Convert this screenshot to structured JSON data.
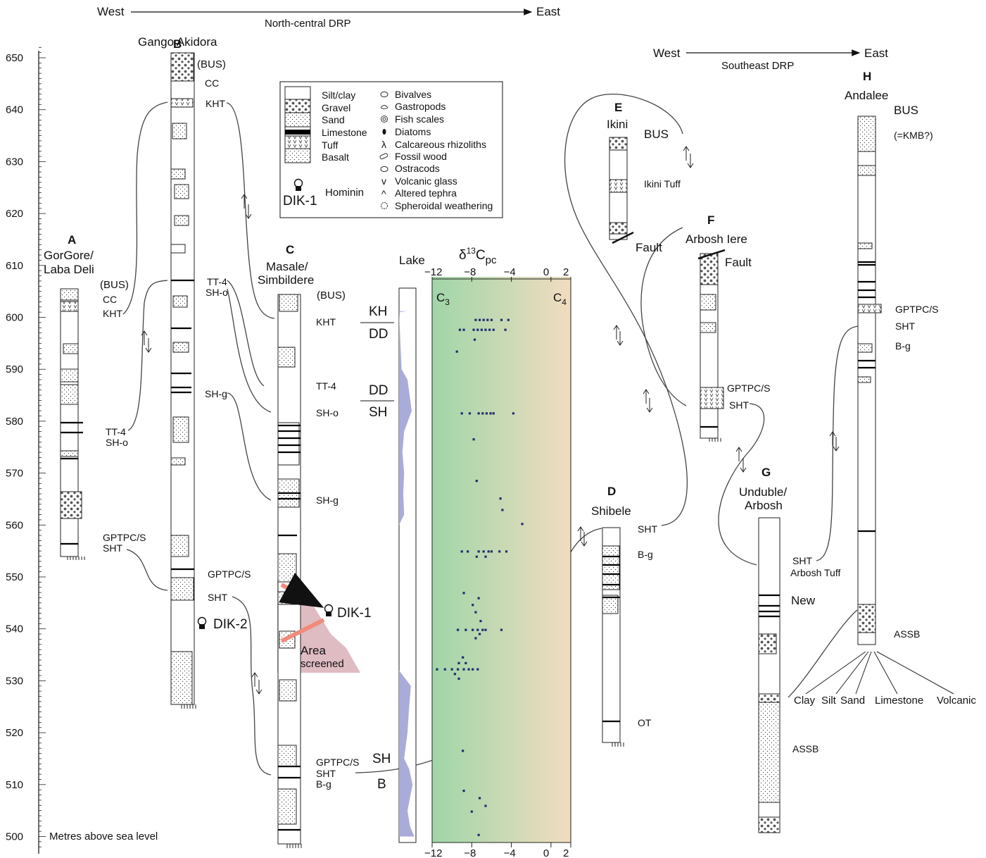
{
  "header": {
    "nc_west": "West",
    "nc_east": "East",
    "nc_region": "North-central DRP",
    "se_west": "West",
    "se_east": "East",
    "se_region": "Southeast DRP"
  },
  "y_axis": {
    "label": "Metres above sea level",
    "ticks": [
      "650",
      "640",
      "630",
      "620",
      "610",
      "600",
      "590",
      "580",
      "570",
      "560",
      "550",
      "540",
      "530",
      "520",
      "510",
      "500"
    ]
  },
  "sections": {
    "A": {
      "letter": "A",
      "name1": "GorGore/",
      "name2": "Laba Deli",
      "bus": "(BUS)"
    },
    "B": {
      "letter": "B",
      "name1": "Gango Akidora",
      "bus": "(BUS)"
    },
    "C": {
      "letter": "C",
      "name1": "Masale/",
      "name2": "Simbildere",
      "bus": "(BUS)"
    },
    "D": {
      "letter": "D",
      "name1": "Shibele"
    },
    "E": {
      "letter": "E",
      "name1": "Ikini",
      "bus": "BUS",
      "fault": "Fault"
    },
    "F": {
      "letter": "F",
      "name1": "Arbosh Iere",
      "fault": "Fault"
    },
    "G": {
      "letter": "G",
      "name1": "Unduble/",
      "name2": "Arbosh"
    },
    "H": {
      "letter": "H",
      "name1": "Andalee",
      "bus": "BUS",
      "bus_note": "(=KMB?)"
    }
  },
  "labels": {
    "A": {
      "cc": "CC",
      "kht": "KHT",
      "tt4": "TT-4",
      "sho": "SH-o",
      "gptpcs": "GPTPC/S",
      "sht": "SHT"
    },
    "B": {
      "cc": "CC",
      "kht": "KHT",
      "tt4": "TT-4",
      "sho": "SH-o",
      "shg": "SH-g",
      "gptpcs": "GPTPC/S",
      "sht": "SHT",
      "dik2": "DIK-2"
    },
    "C": {
      "kht": "KHT",
      "tt4": "TT-4",
      "sho": "SH-o",
      "shg": "SH-g",
      "gptpcs": "GPTPC/S",
      "sht": "SHT",
      "bg": "B-g",
      "dik1": "DIK-1",
      "area1": "Area",
      "area2": "screened"
    },
    "D": {
      "sht": "SHT",
      "bg": "B-g",
      "ot": "OT"
    },
    "E": {
      "ikini_tuff": "Ikini Tuff"
    },
    "F": {
      "gptpcs": "GPTPC/S",
      "sht": "SHT"
    },
    "G": {
      "sht": "SHT",
      "arbosh_tuff": "Arbosh Tuff",
      "new": "New",
      "assb": "ASSB"
    },
    "H": {
      "gptpcs": "GPTPC/S",
      "sht": "SHT",
      "bg": "B-g",
      "assb": "ASSB"
    }
  },
  "members": {
    "kh": "KH",
    "dd1": "DD",
    "dd2": "DD",
    "sh1": "SH",
    "sh2": "SH",
    "b": "B"
  },
  "legend": {
    "lith": [
      "Silt/clay",
      "Gravel",
      "Sand",
      "Limestone",
      "Tuff",
      "Basalt"
    ],
    "symbols": [
      "Bivalves",
      "Gastropods",
      "Fish scales",
      "Diatoms",
      "Calcareous rhizoliths",
      "Fossil wood",
      "Ostracods",
      "Volcanic glass",
      "Altered tephra",
      "Spheroidal weathering"
    ],
    "hominin_label": "DIK-1",
    "hominin_text": "Hominin"
  },
  "grain_key": [
    "Clay",
    "Silt",
    "Sand",
    "Limestone",
    "Volcanic"
  ],
  "chart_data": {
    "type": "scatter",
    "lake_label": "Lake",
    "title": "δ13Cpc",
    "c3_label": "C3",
    "c4_label": "C4",
    "x_ticks": [
      "−12",
      "−8",
      "−4",
      "0",
      "2"
    ],
    "xlim": [
      -12,
      2
    ],
    "ylim": [
      500,
      650
    ],
    "colors": {
      "c3": "#9fd6a8",
      "c4": "#f2dcc0",
      "points": "#1f2e6e",
      "lake": "#a9acd9"
    },
    "lake_profile": [
      [
        601.2,
        1.0
      ],
      [
        601.0,
        0
      ],
      [
        590,
        0.3
      ],
      [
        588,
        1.0
      ],
      [
        582,
        1.5
      ],
      [
        578,
        0.6
      ],
      [
        574,
        0.4
      ],
      [
        570,
        0.6
      ],
      [
        566,
        0.5
      ],
      [
        562,
        0.6
      ],
      [
        560,
        0
      ],
      [
        532,
        0
      ],
      [
        529,
        1.4
      ],
      [
        525,
        1.2
      ],
      [
        520,
        1.0
      ],
      [
        515,
        0.6
      ],
      [
        513,
        1.2
      ],
      [
        510,
        1.6
      ],
      [
        505,
        1.0
      ],
      [
        502,
        1.3
      ],
      [
        500,
        1.8
      ]
    ],
    "points": [
      [
        -7.6,
        599.5
      ],
      [
        -7.2,
        599.5
      ],
      [
        -6.8,
        599.5
      ],
      [
        -6.4,
        599.5
      ],
      [
        -6.0,
        599.5
      ],
      [
        -5.0,
        599.5
      ],
      [
        -4.3,
        599.5
      ],
      [
        -9.2,
        597.6
      ],
      [
        -8.8,
        597.6
      ],
      [
        -7.8,
        597.6
      ],
      [
        -7.4,
        597.6
      ],
      [
        -7.0,
        597.6
      ],
      [
        -6.6,
        597.6
      ],
      [
        -6.2,
        597.6
      ],
      [
        -5.8,
        597.6
      ],
      [
        -4.6,
        597.6
      ],
      [
        -7.7,
        595.7
      ],
      [
        -9.5,
        593.4
      ],
      [
        -9.0,
        581.5
      ],
      [
        -8.2,
        581.5
      ],
      [
        -7.3,
        581.5
      ],
      [
        -6.9,
        581.5
      ],
      [
        -6.5,
        581.5
      ],
      [
        -6.1,
        581.5
      ],
      [
        -5.8,
        581.5
      ],
      [
        -3.8,
        581.5
      ],
      [
        -7.8,
        576.5
      ],
      [
        -7.5,
        568.5
      ],
      [
        -5.1,
        565.1
      ],
      [
        -4.9,
        562.9
      ],
      [
        -2.9,
        560.2
      ],
      [
        -9.0,
        554.9
      ],
      [
        -8.4,
        554.9
      ],
      [
        -7.3,
        554.9
      ],
      [
        -6.8,
        554.9
      ],
      [
        -6.3,
        554.9
      ],
      [
        -6.0,
        554.9
      ],
      [
        -5.2,
        554.9
      ],
      [
        -4.5,
        554.9
      ],
      [
        -7.5,
        553.9
      ],
      [
        -6.6,
        553.9
      ],
      [
        -8.8,
        546.9
      ],
      [
        -7.3,
        545.9
      ],
      [
        -7.9,
        544.6
      ],
      [
        -7.6,
        543.2
      ],
      [
        -7.1,
        541.5
      ],
      [
        -9.4,
        539.8
      ],
      [
        -8.6,
        539.8
      ],
      [
        -7.9,
        539.8
      ],
      [
        -7.4,
        539.8
      ],
      [
        -6.9,
        539.8
      ],
      [
        -6.6,
        539.8
      ],
      [
        -5.0,
        539.8
      ],
      [
        -7.2,
        539.0
      ],
      [
        -7.6,
        538.2
      ],
      [
        -8.9,
        534.5
      ],
      [
        -9.3,
        533.4
      ],
      [
        -8.6,
        533.4
      ],
      [
        -11.5,
        532.2
      ],
      [
        -10.7,
        532.2
      ],
      [
        -10.0,
        532.2
      ],
      [
        -9.4,
        532.2
      ],
      [
        -8.8,
        532.2
      ],
      [
        -8.3,
        532.2
      ],
      [
        -7.9,
        532.2
      ],
      [
        -7.4,
        532.2
      ],
      [
        -9.7,
        531.3
      ],
      [
        -9.3,
        530.4
      ],
      [
        -8.9,
        516.5
      ],
      [
        -8.8,
        508.8
      ],
      [
        -7.2,
        507.4
      ],
      [
        -6.6,
        505.9
      ],
      [
        -8.0,
        504.8
      ],
      [
        -7.3,
        500.3
      ]
    ]
  }
}
